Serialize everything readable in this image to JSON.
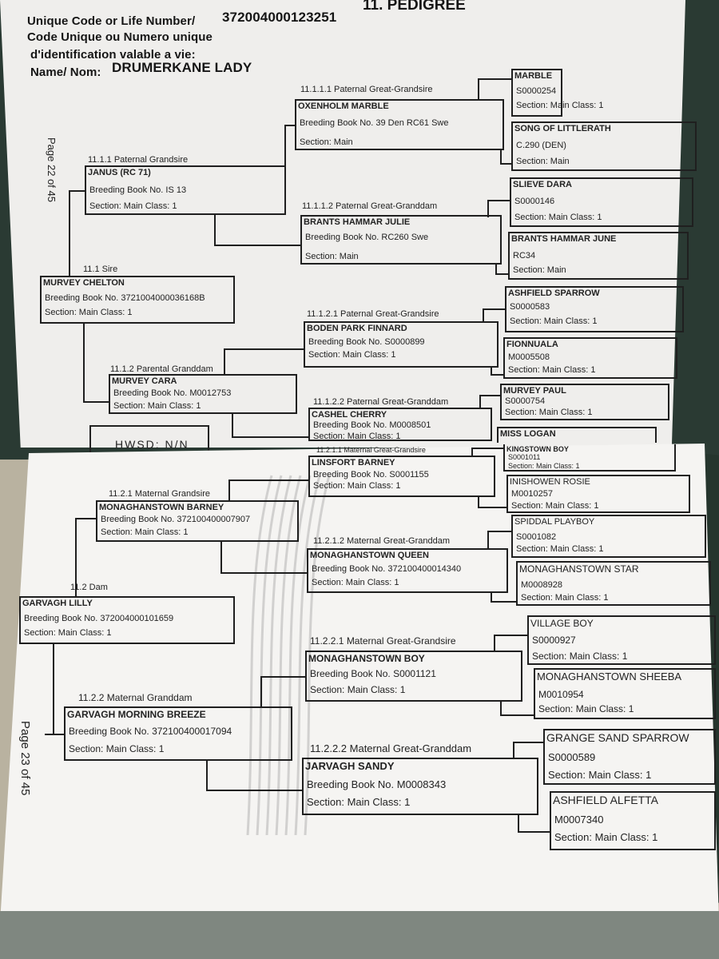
{
  "header": {
    "unique_code_label_en": "Unique Code or Life Number/",
    "unique_code_value": "372004000123251",
    "unique_code_label_fr_1": "Code  Unique ou Numero unique",
    "unique_code_label_fr_2": "d'identification valable a vie:",
    "name_label": "Name/ Nom:",
    "name_value": "DRUMERKANE LADY",
    "section_title": "11. PEDIGREE"
  },
  "pages": {
    "top": "Page 22 of 45",
    "bottom": "Page 23 of 45"
  },
  "hwsd": "HWSD: N/N",
  "nodes": {
    "n11_1": {
      "label": "11.1 Sire",
      "name": "MURVEY CHELTON",
      "line1": "Breeding Book No. 3721004000036168B",
      "line2": "Section: Main Class: 1"
    },
    "n11_1_1": {
      "label": "11.1.1 Paternal Grandsire",
      "name": "JANUS (RC 71)",
      "line1": "Breeding Book No. IS 13",
      "line2": "Section: Main Class: 1"
    },
    "n11_1_2": {
      "label": "11.1.2 Parental Granddam",
      "name": "MURVEY CARA",
      "line1": "Breeding Book No. M0012753",
      "line2": "Section: Main Class: 1"
    },
    "n11_1_1_1": {
      "label": "11.1.1.1 Paternal Great-Grandsire",
      "name": "OXENHOLM MARBLE",
      "line1": "Breeding Book No. 39 Den RC61 Swe",
      "line2": "Section: Main"
    },
    "n11_1_1_2": {
      "label": "11.1.1.2 Paternal Great-Granddam",
      "name": "BRANTS HAMMAR JULIE",
      "line1": "Breeding Book No. RC260 Swe",
      "line2": "Section: Main"
    },
    "n11_1_2_1": {
      "label": "11.1.2.1 Paternal Great-Grandsire",
      "name": "BODEN PARK FINNARD",
      "line1": "Breeding Book No. S0000899",
      "line2": "Section: Main Class: 1"
    },
    "n11_1_2_2": {
      "label": "11.1.2.2 Paternal Great-Granddam",
      "name": "CASHEL CHERRY",
      "line1": "Breeding Book No. M0008501",
      "line2": "Section: Main Class: 1"
    },
    "n11_2": {
      "label": "11.2 Dam",
      "name": "GARVAGH LILLY",
      "line1": "Breeding Book No. 372004000101659",
      "line2": "Section: Main Class: 1"
    },
    "n11_2_1": {
      "label": "11.2.1 Maternal Grandsire",
      "name": "MONAGHANSTOWN BARNEY",
      "line1": "Breeding Book No. 372100400007907",
      "line2": "Section: Main Class: 1"
    },
    "n11_2_2": {
      "label": "11.2.2 Maternal Granddam",
      "name": "GARVAGH MORNING BREEZE",
      "line1": "Breeding Book No. 372100400017094",
      "line2": "Section: Main Class: 1"
    },
    "n11_2_1_1": {
      "label": "11.2.1.1  Maternal Great-Grandsire",
      "name": "LINSFORT BARNEY",
      "line1": "Breeding Book No. S0001155",
      "line2": "Section: Main Class: 1"
    },
    "n11_2_1_2": {
      "label": "11.2.1.2  Maternal Great-Granddam",
      "name": "MONAGHANSTOWN QUEEN",
      "line1": "Breeding Book No. 372100400014340",
      "line2": "Section: Main Class: 1"
    },
    "n11_2_2_1": {
      "label": "11.2.2.1  Maternal Great-Grandsire",
      "name": "MONAGHANSTOWN BOY",
      "line1": "Breeding Book No. S0001121",
      "line2": "Section: Main Class: 1"
    },
    "n11_2_2_2": {
      "label": "11.2.2.2  Maternal Great-Granddam",
      "name": "JARVAGH SANDY",
      "line1": "Breeding Book No. M0008343",
      "line2": "Section: Main Class: 1"
    }
  },
  "gen5": [
    {
      "name": "MARBLE",
      "id": "S0000254",
      "section": "Section: Main Class: 1"
    },
    {
      "name": "SONG OF LITTLERATH",
      "id": "C.290 (DEN)",
      "section": "Section: Main"
    },
    {
      "name": "SLIEVE DARA",
      "id": "S0000146",
      "section": "Section: Main Class: 1"
    },
    {
      "name": "BRANTS HAMMAR JUNE",
      "id": "RC34",
      "section": "Section: Main"
    },
    {
      "name": "ASHFIELD SPARROW",
      "id": "S0000583",
      "section": "Section: Main Class: 1"
    },
    {
      "name": "FIONNUALA",
      "id": "M0005508",
      "section": "Section: Main Class: 1"
    },
    {
      "name": "MURVEY PAUL",
      "id": "S0000754",
      "section": "Section: Main Class: 1"
    },
    {
      "name": "MISS LOGAN",
      "id": "",
      "section": ""
    },
    {
      "name": "KINGSTOWN BOY",
      "id": "S0001011",
      "section": "Section: Main Class: 1"
    },
    {
      "name": "INISHOWEN ROSIE",
      "id": "M0010257",
      "section": "Section: Main Class: 1"
    },
    {
      "name": "SPIDDAL PLAYBOY",
      "id": "S0001082",
      "section": "Section: Main Class: 1"
    },
    {
      "name": "MONAGHANSTOWN STAR",
      "id": "M0008928",
      "section": "Section: Main Class: 1"
    },
    {
      "name": "VILLAGE BOY",
      "id": "S0000927",
      "section": "Section: Main Class: 1"
    },
    {
      "name": "MONAGHANSTOWN SHEEBA",
      "id": "M0010954",
      "section": "Section: Main Class: 1"
    },
    {
      "name": "GRANGE SAND SPARROW",
      "id": "S0000589",
      "section": "Section: Main Class: 1"
    },
    {
      "name": "ASHFIELD ALFETTA",
      "id": "M0007340",
      "section": "Section: Main Class: 1"
    }
  ]
}
